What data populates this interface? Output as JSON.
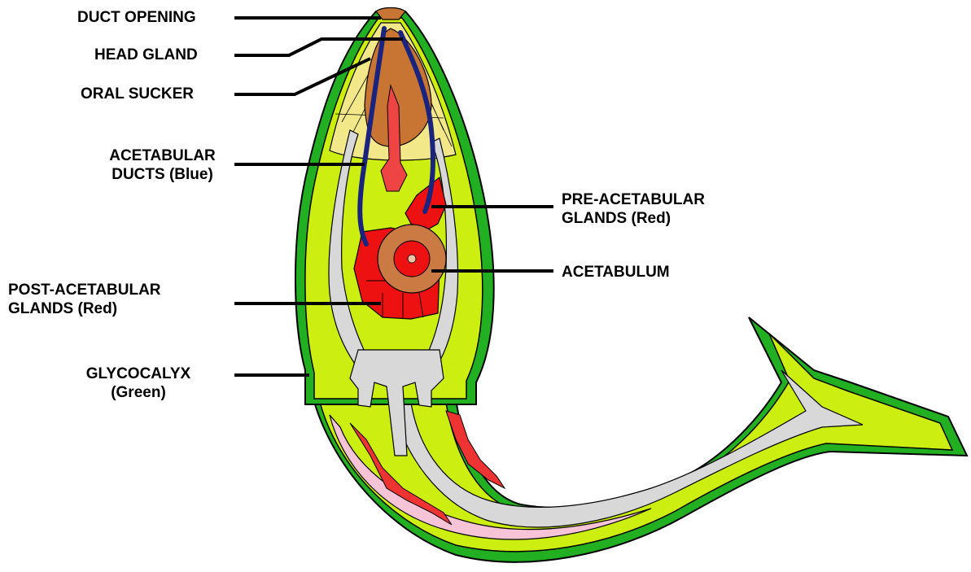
{
  "labels": {
    "duct_opening": "DUCT OPENING",
    "head_gland": "HEAD GLAND",
    "oral_sucker": "ORAL SUCKER",
    "acetabular_ducts_line1": "ACETABULAR",
    "acetabular_ducts_line2": "DUCTS (Blue)",
    "pre_acetabular_line1": "PRE-ACETABULAR",
    "pre_acetabular_line2": "GLANDS (Red)",
    "acetabulum": "ACETABULUM",
    "post_acetabular_line1": "POST-ACETABULAR",
    "post_acetabular_line2": "GLANDS  (Red)",
    "glycocalyx_line1": "GLYCOCALYX",
    "glycocalyx_line2": "(Green)"
  },
  "colors": {
    "glycocalyx": "#22b022",
    "body": "#ccee11",
    "head_region": "#f2e88a",
    "oral_sucker": "#c87533",
    "duct": "#1a237e",
    "gland": "#ee1111",
    "acetabulum": "#cc7a44",
    "gray_tissue": "#d8d8d8",
    "pink_tissue": "#f7c3d6",
    "outline": "#000000"
  }
}
